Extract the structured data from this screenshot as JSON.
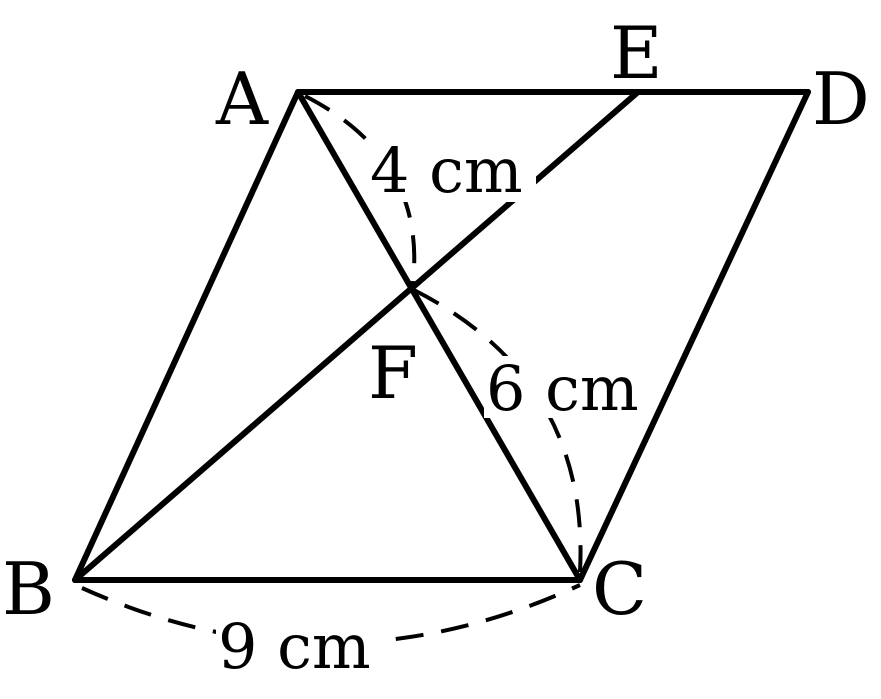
{
  "figure": {
    "vertices": {
      "A": "A",
      "B": "B",
      "C": "C",
      "D": "D",
      "E": "E",
      "F": "F"
    },
    "measurements": {
      "AF": "4 cm",
      "FC": "6 cm",
      "BC": "9 cm"
    }
  }
}
